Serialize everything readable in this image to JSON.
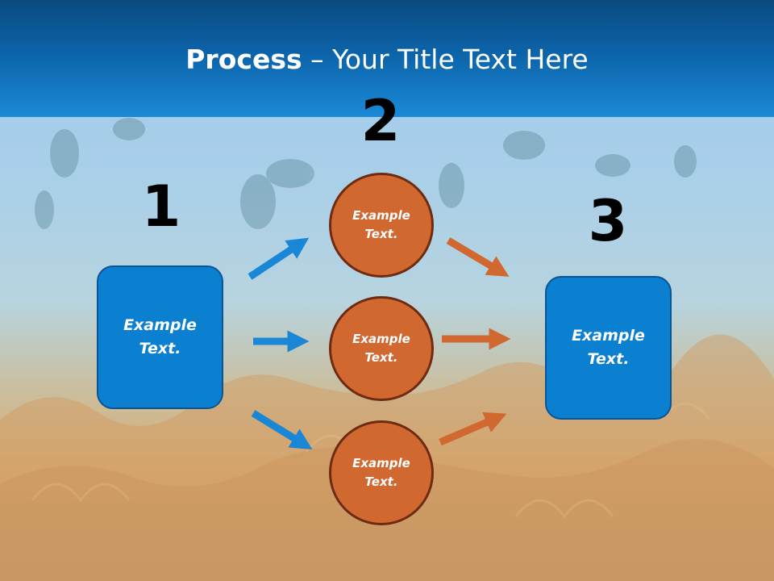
{
  "title": {
    "bold": "Process",
    "rest": " – Your Title Text Here"
  },
  "steps": [
    {
      "number": "1",
      "label": "Example\nText."
    },
    {
      "number": "2",
      "labels": [
        "Example\nText.",
        "Example\nText.",
        "Example\nText."
      ]
    },
    {
      "number": "3",
      "label": "Example\nText."
    }
  ],
  "colors": {
    "blue": "#0b7fd0",
    "orange": "#d0682f",
    "title_band": "#0c63a8"
  }
}
